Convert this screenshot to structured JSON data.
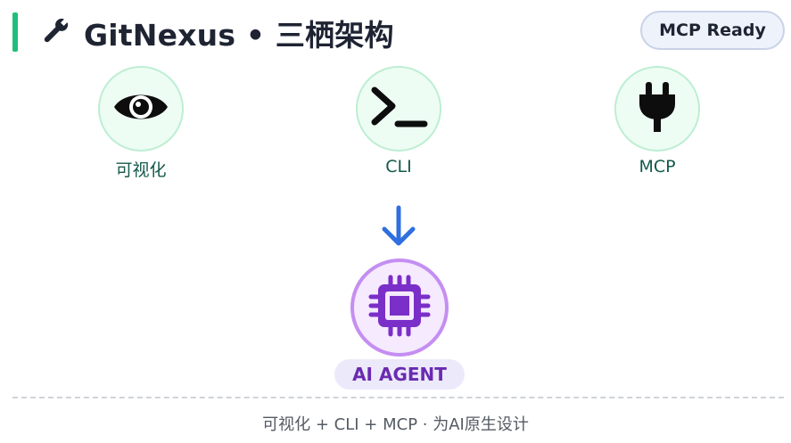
{
  "header": {
    "title": "GitNexus • 三栖架构",
    "title_icon": "wrench-icon",
    "badge": "MCP Ready"
  },
  "nodes": [
    {
      "label": "可视化",
      "icon": "eye-icon"
    },
    {
      "label": "CLI",
      "icon": "terminal-icon"
    },
    {
      "label": "MCP",
      "icon": "plug-icon"
    }
  ],
  "flow_icon": "arrow-down-icon",
  "agent": {
    "label": "AI AGENT",
    "icon": "chip-icon"
  },
  "footer": {
    "text": "可视化 + CLI + MCP · 为AI原生设计"
  },
  "colors": {
    "accent_bar": "#1fbf7a",
    "node_fill": "#eefdf4",
    "node_border": "#bdeed3",
    "node_label": "#14594a",
    "arrow": "#2f6fe0",
    "agent_fill": "#f5eafe",
    "agent_border": "#c58ef2",
    "agent_chip": "#7b2fc9",
    "agent_label": "#6a2bb0",
    "badge_fill": "#eef2fb"
  }
}
